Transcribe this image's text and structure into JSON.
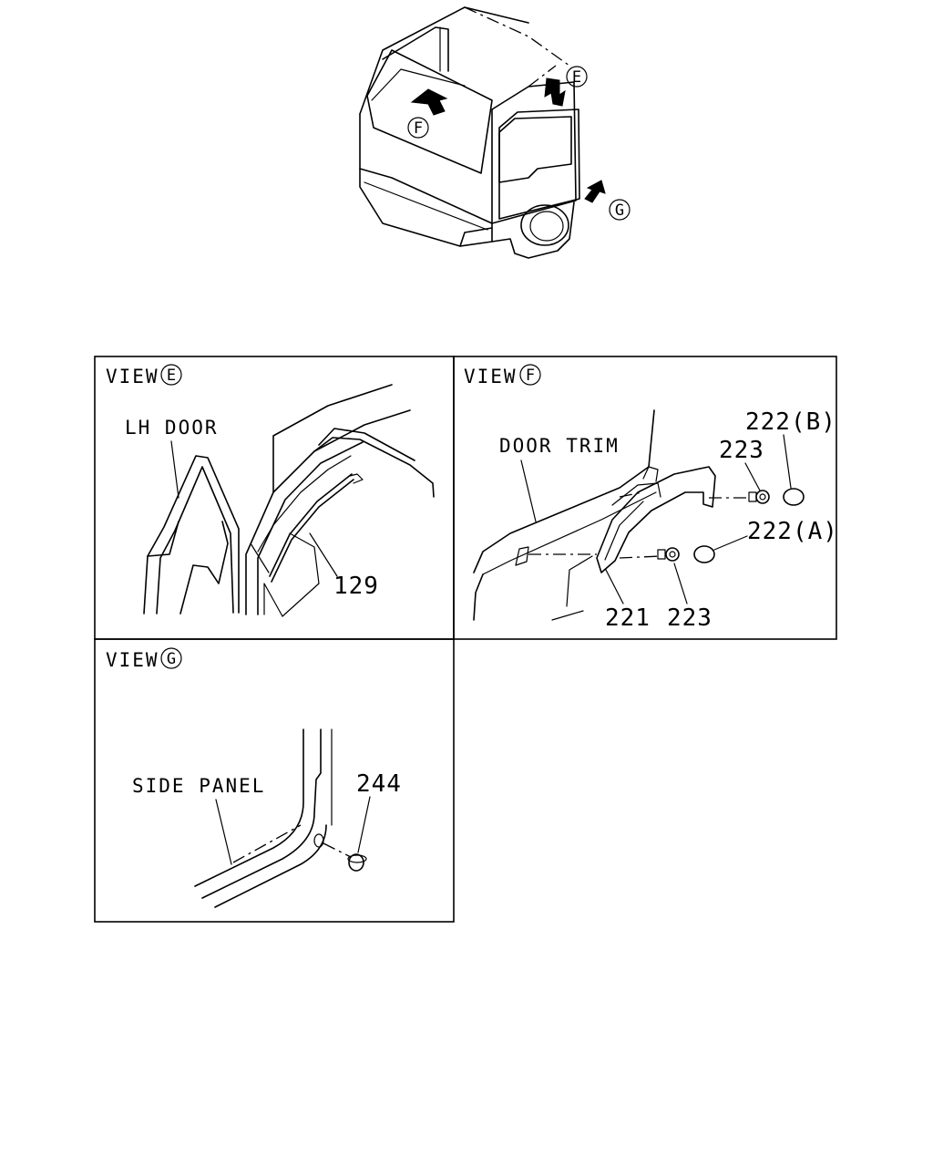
{
  "overview": {
    "view_markers": {
      "e": "E",
      "f": "F",
      "g": "G"
    }
  },
  "panel_e": {
    "view_prefix": "VIEW",
    "view_letter": "E",
    "callout_lh_door": "LH DOOR",
    "part_129": "129"
  },
  "panel_f": {
    "view_prefix": "VIEW",
    "view_letter": "F",
    "callout_door_trim": "DOOR TRIM",
    "part_222b": "222(B)",
    "part_223_upper": "223",
    "part_222a": "222(A)",
    "part_221": "221",
    "part_223_lower": "223"
  },
  "panel_g": {
    "view_prefix": "VIEW",
    "view_letter": "G",
    "callout_side_panel": "SIDE PANEL",
    "part_244": "244"
  }
}
